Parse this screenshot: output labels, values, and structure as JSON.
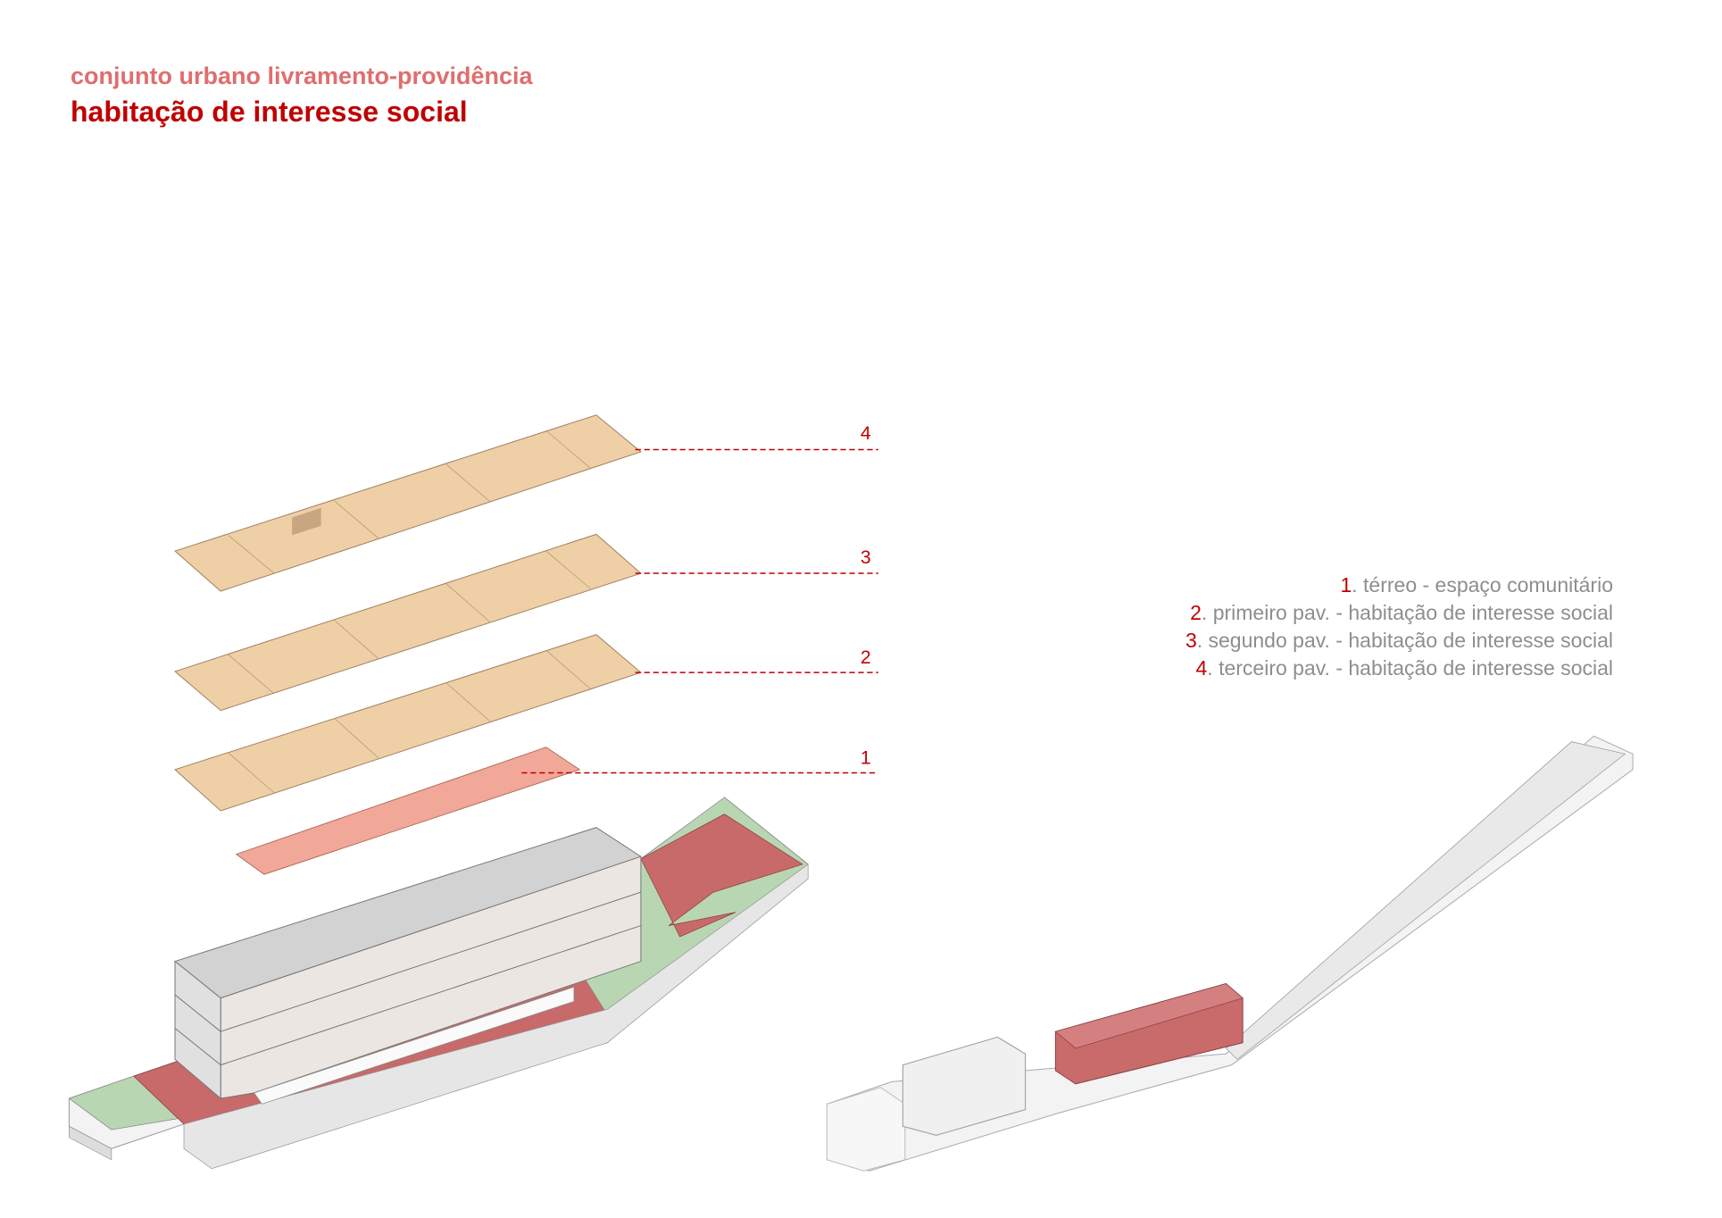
{
  "header": {
    "subtitle": "conjunto urbano livramento-providência",
    "title": "habitação de interesse social"
  },
  "legend": [
    {
      "num": "1",
      "text": ". térreo - espaço comunitário"
    },
    {
      "num": "2",
      "text": ". primeiro pav. - habitação de interesse social"
    },
    {
      "num": "3",
      "text": ". segundo pav. - habitação de interesse social"
    },
    {
      "num": "4",
      "text": ". terceiro pav. - habitação de interesse social"
    }
  ],
  "floor_labels": [
    "1",
    "2",
    "3",
    "4"
  ],
  "colors": {
    "accent": "#c00000",
    "subtitle": "#df6e6e",
    "floor_plate": "#efcfa5",
    "ground_plate": "#f2a898",
    "plaza": "#c86a6a",
    "green": "#b9d6b3"
  }
}
